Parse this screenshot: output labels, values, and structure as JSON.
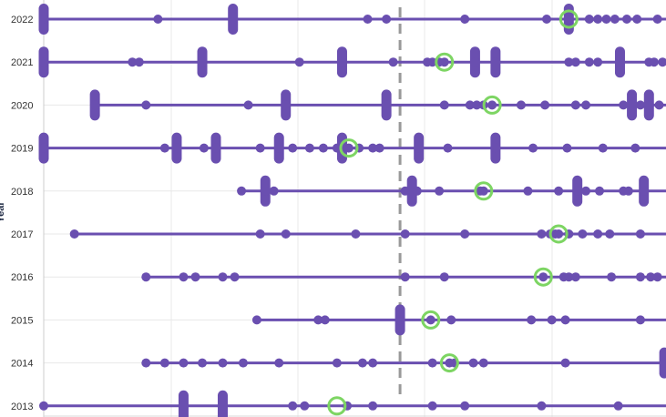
{
  "chart_data": {
    "type": "scatter",
    "title": "",
    "xlabel": "",
    "ylabel": "Year",
    "grid": true,
    "legend": "none",
    "x_domain": [
      0,
      365
    ],
    "categories": [
      "2022",
      "2021",
      "2020",
      "2019",
      "2018",
      "2017",
      "2016",
      "2015",
      "2014",
      "2013"
    ],
    "reference_line_x": 209,
    "colors": {
      "primary": "#6a4fb0",
      "highlight": "#7dd563",
      "reference": "#999999",
      "gridline": "#e8e8e8",
      "axis": "#cccccc"
    },
    "series": [
      {
        "year": "2022",
        "range": [
          0,
          365
        ],
        "points": [
          0,
          67,
          111,
          190,
          201,
          247,
          295,
          308,
          320,
          325,
          330,
          335,
          342,
          348,
          360
        ],
        "clusters": [
          0,
          111,
          308
        ],
        "highlight": 308
      },
      {
        "year": "2021",
        "range": [
          0,
          365
        ],
        "points": [
          0,
          52,
          56,
          93,
          150,
          175,
          205,
          225,
          228,
          232,
          235,
          253,
          265,
          308,
          312,
          320,
          325,
          338,
          355,
          358,
          363
        ],
        "clusters": [
          0,
          93,
          175,
          253,
          265,
          338
        ],
        "highlight": 235
      },
      {
        "year": "2020",
        "range": [
          30,
          365
        ],
        "points": [
          30,
          60,
          120,
          142,
          201,
          235,
          250,
          254,
          258,
          263,
          280,
          294,
          312,
          318,
          340,
          345,
          350,
          355,
          361
        ],
        "clusters": [
          30,
          142,
          201,
          345,
          355
        ],
        "highlight": 263
      },
      {
        "year": "2019",
        "range": [
          0,
          365
        ],
        "points": [
          0,
          71,
          78,
          94,
          101,
          127,
          138,
          146,
          156,
          164,
          172,
          175,
          179,
          185,
          193,
          197,
          220,
          237,
          265,
          287,
          307,
          328,
          347
        ],
        "clusters": [
          0,
          78,
          101,
          138,
          175,
          220,
          265
        ],
        "highlight": 179
      },
      {
        "year": "2018",
        "range": [
          116,
          365
        ],
        "points": [
          116,
          130,
          135,
          212,
          216,
          219,
          232,
          256,
          258,
          284,
          302,
          313,
          318,
          326,
          340,
          343,
          352
        ],
        "clusters": [
          130,
          216,
          313,
          352
        ],
        "highlight": 258
      },
      {
        "year": "2017",
        "range": [
          18,
          365
        ],
        "points": [
          18,
          127,
          142,
          183,
          212,
          247,
          292,
          297,
          300,
          302,
          308,
          316,
          325,
          332,
          350
        ],
        "clusters": [],
        "highlight": 302
      },
      {
        "year": "2016",
        "range": [
          60,
          365
        ],
        "points": [
          60,
          82,
          89,
          105,
          112,
          212,
          235,
          293,
          305,
          308,
          312,
          333,
          350,
          356,
          360
        ],
        "clusters": [],
        "highlight": 293
      },
      {
        "year": "2015",
        "range": [
          125,
          365
        ],
        "points": [
          125,
          161,
          165,
          209,
          227,
          239,
          286,
          298,
          306,
          350
        ],
        "clusters": [
          209
        ],
        "highlight": 227
      },
      {
        "year": "2014",
        "range": [
          60,
          365
        ],
        "points": [
          60,
          71,
          82,
          93,
          105,
          117,
          138,
          172,
          187,
          193,
          228,
          238,
          241,
          252,
          258,
          306,
          364
        ],
        "clusters": [
          364
        ],
        "highlight": 238
      },
      {
        "year": "2013",
        "range": [
          0,
          365
        ],
        "points": [
          0,
          82,
          105,
          146,
          153,
          178,
          193,
          228,
          247,
          292,
          337
        ],
        "clusters": [
          82,
          105
        ],
        "highlight": 172
      }
    ]
  }
}
